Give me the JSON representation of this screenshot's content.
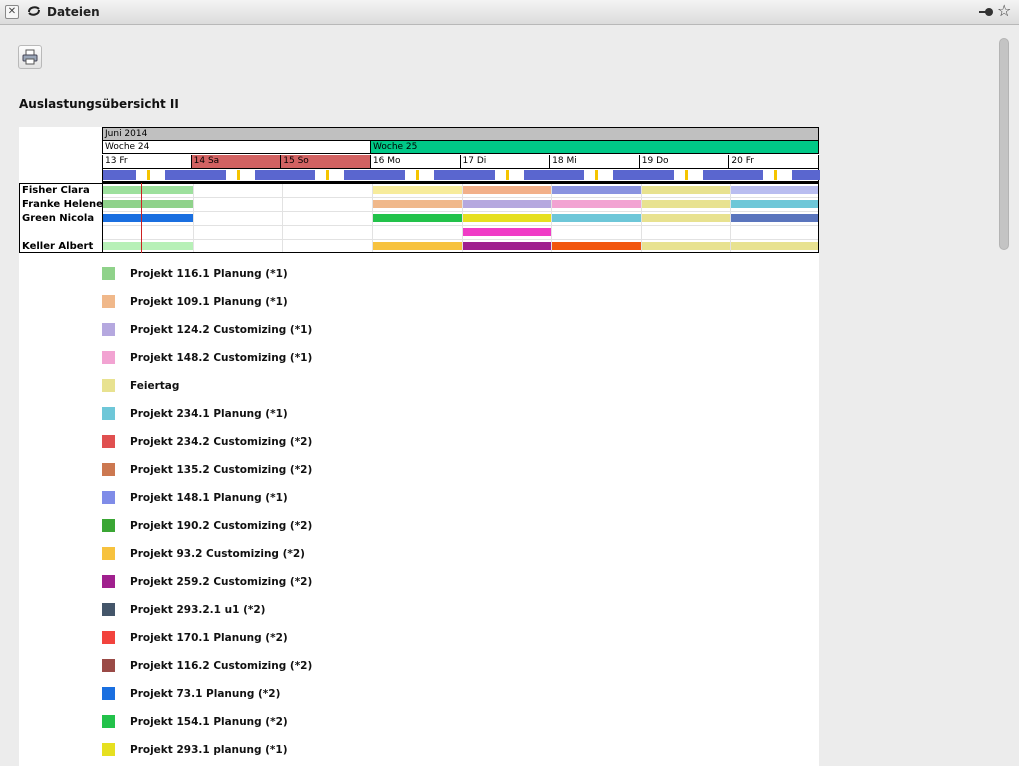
{
  "window": {
    "title": "Dateien"
  },
  "page": {
    "heading": "Auslastungsübersicht II",
    "print_icon": "printer-icon"
  },
  "gantt": {
    "month": "Juni 2014",
    "weeks": [
      "Woche 24",
      "Woche 25"
    ],
    "days": [
      {
        "label": "13 Fr",
        "weekend": false
      },
      {
        "label": "14 Sa",
        "weekend": true
      },
      {
        "label": "15 So",
        "weekend": true
      },
      {
        "label": "16 Mo",
        "weekend": false
      },
      {
        "label": "17 Di",
        "weekend": false
      },
      {
        "label": "18 Mi",
        "weekend": false
      },
      {
        "label": "19 Do",
        "weekend": false
      },
      {
        "label": "20 Fr",
        "weekend": false
      }
    ],
    "rows": [
      {
        "name": "Fisher  Clara",
        "bars": [
          {
            "day": 0,
            "span": 1,
            "color": "#9de09d"
          },
          {
            "day": 3,
            "span": 1,
            "color": "#f7ec9c"
          },
          {
            "day": 4,
            "span": 1,
            "color": "#f2b089"
          },
          {
            "day": 5,
            "span": 1,
            "color": "#8a93e0"
          },
          {
            "day": 6,
            "span": 1,
            "color": "#e8e290"
          },
          {
            "day": 7,
            "span": 1,
            "color": "#b9bdf0"
          }
        ]
      },
      {
        "name": "Franke  Helene",
        "bars": [
          {
            "day": 0,
            "span": 1,
            "color": "#8fd28a"
          },
          {
            "day": 3,
            "span": 1,
            "color": "#f0b88a"
          },
          {
            "day": 4,
            "span": 1,
            "color": "#b5a8df"
          },
          {
            "day": 5,
            "span": 1,
            "color": "#f2a3d2"
          },
          {
            "day": 6,
            "span": 1,
            "color": "#e8e290"
          },
          {
            "day": 7,
            "span": 1,
            "color": "#6ec7d8"
          }
        ]
      },
      {
        "name": "Green  Nicola",
        "bars": [
          {
            "day": 0,
            "span": 1,
            "color": "#1a6fe0"
          },
          {
            "day": 3,
            "span": 1,
            "color": "#22c24a"
          },
          {
            "day": 4,
            "span": 1,
            "color": "#e6e020"
          },
          {
            "day": 5,
            "span": 1,
            "color": "#6ec7d8"
          },
          {
            "day": 6,
            "span": 1,
            "color": "#e8e290"
          },
          {
            "day": 7,
            "span": 1,
            "color": "#5a75bd"
          }
        ]
      },
      {
        "name": "",
        "bars": [
          {
            "day": 4,
            "span": 1,
            "color": "#f03cc6"
          }
        ]
      },
      {
        "name": "Keller  Albert",
        "bars": [
          {
            "day": 0,
            "span": 1,
            "color": "#b7f0b7"
          },
          {
            "day": 3,
            "span": 1,
            "color": "#f7c23e"
          },
          {
            "day": 4,
            "span": 1,
            "color": "#a0208e"
          },
          {
            "day": 5,
            "span": 1,
            "color": "#f2560e"
          },
          {
            "day": 6,
            "span": 2,
            "color": "#e8e290"
          }
        ]
      }
    ]
  },
  "legend": [
    {
      "label": "Projekt 116.1 Planung (*1)",
      "color": "#8fd28a"
    },
    {
      "label": "Projekt 109.1 Planung (*1)",
      "color": "#f0b88a"
    },
    {
      "label": "Projekt 124.2 Customizing (*1)",
      "color": "#b5a8df"
    },
    {
      "label": "Projekt 148.2 Customizing (*1)",
      "color": "#f2a3d2"
    },
    {
      "label": "Feiertag",
      "color": "#e8e290"
    },
    {
      "label": "Projekt 234.1 Planung (*1)",
      "color": "#6ec7d8"
    },
    {
      "label": "Projekt 234.2 Customizing (*2)",
      "color": "#e05050"
    },
    {
      "label": "Projekt 135.2 Customizing (*2)",
      "color": "#cc7850"
    },
    {
      "label": "Projekt 148.1 Planung (*1)",
      "color": "#7f8ce8"
    },
    {
      "label": "Projekt 190.2 Customizing (*2)",
      "color": "#3aa634"
    },
    {
      "label": "Projekt 93.2 Customizing (*2)",
      "color": "#f7c23e"
    },
    {
      "label": "Projekt 259.2 Customizing (*2)",
      "color": "#a0208e"
    },
    {
      "label": "Projekt 293.2.1 u1 (*2)",
      "color": "#44566a"
    },
    {
      "label": "Projekt 170.1 Planung (*2)",
      "color": "#f2433d"
    },
    {
      "label": "Projekt 116.2 Customizing (*2)",
      "color": "#9a4a46"
    },
    {
      "label": "Projekt 73.1 Planung (*2)",
      "color": "#1a6fe0"
    },
    {
      "label": "Projekt 154.1 Planung (*2)",
      "color": "#22c24a"
    },
    {
      "label": "Projekt 293.1 planung (*1)",
      "color": "#e6e020"
    }
  ]
}
